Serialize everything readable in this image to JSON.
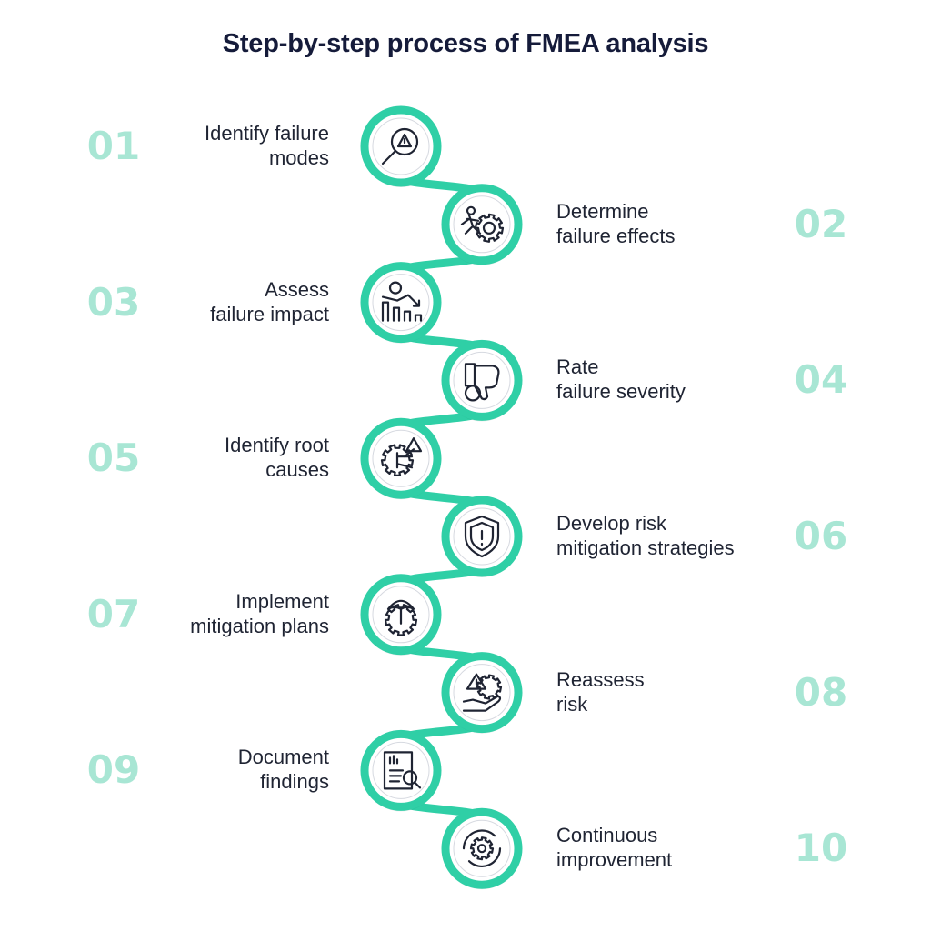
{
  "title": "Step-by-step process of FMEA analysis",
  "colors": {
    "accent": "#2fcfa6",
    "number": "#a8e6d4",
    "text": "#1f2433",
    "title": "#151b3a"
  },
  "steps": [
    {
      "number": "01",
      "line1": "Identify failure",
      "line2": "modes",
      "icon": "search-warning-icon"
    },
    {
      "number": "02",
      "line1": "Determine",
      "line2": "failure effects",
      "icon": "runner-gear-icon"
    },
    {
      "number": "03",
      "line1": "Assess",
      "line2": "failure impact",
      "icon": "falling-chart-icon"
    },
    {
      "number": "04",
      "line1": "Rate",
      "line2": "failure severity",
      "icon": "thumbs-down-icon"
    },
    {
      "number": "05",
      "line1": "Identify root",
      "line2": "causes",
      "icon": "circuit-gear-icon"
    },
    {
      "number": "06",
      "line1": "Develop risk",
      "line2": "mitigation strategies",
      "icon": "shield-alert-icon"
    },
    {
      "number": "07",
      "line1": "Implement",
      "line2": "mitigation plans",
      "icon": "umbrella-gear-icon"
    },
    {
      "number": "08",
      "line1": "Reassess",
      "line2": "risk",
      "icon": "hand-warning-icon"
    },
    {
      "number": "09",
      "line1": "Document",
      "line2": "findings",
      "icon": "report-search-icon"
    },
    {
      "number": "10",
      "line1": "Continuous",
      "line2": "improvement",
      "icon": "cycle-gear-icon"
    }
  ]
}
